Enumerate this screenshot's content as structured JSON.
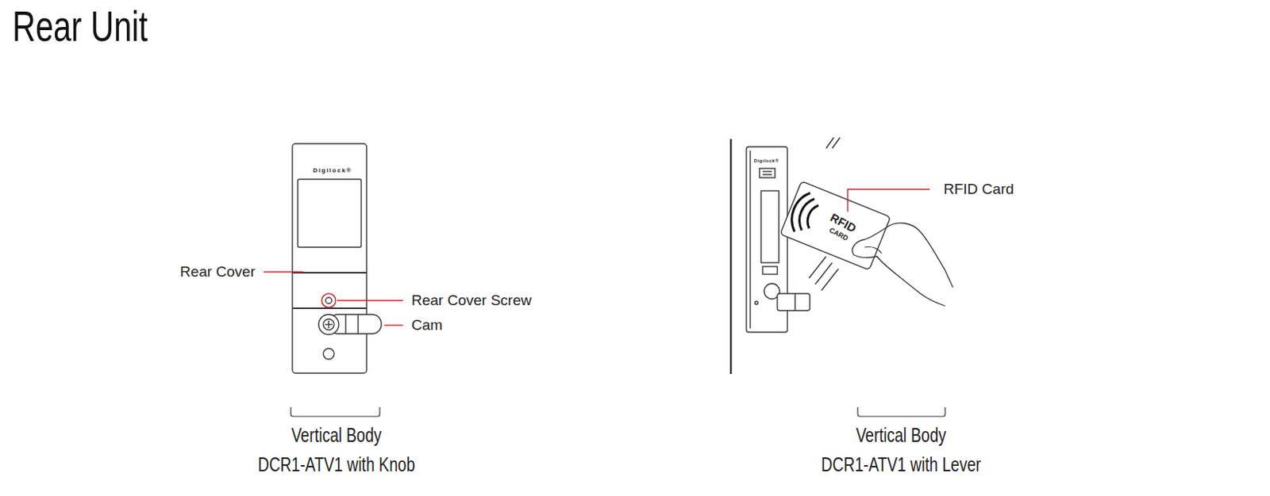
{
  "diagram": {
    "title": "Rear Unit",
    "labels": [
      "Digilock®",
      "Rear Cover",
      "Rear Cover Screw",
      "Cam",
      "Vertical Body",
      "DCR1-ATV1 with Knob",
      "Digilock®",
      "RFID",
      "CARD",
      "RFID Card",
      "Vertical Body",
      "DCR1-ATV1 with Lever"
    ]
  }
}
